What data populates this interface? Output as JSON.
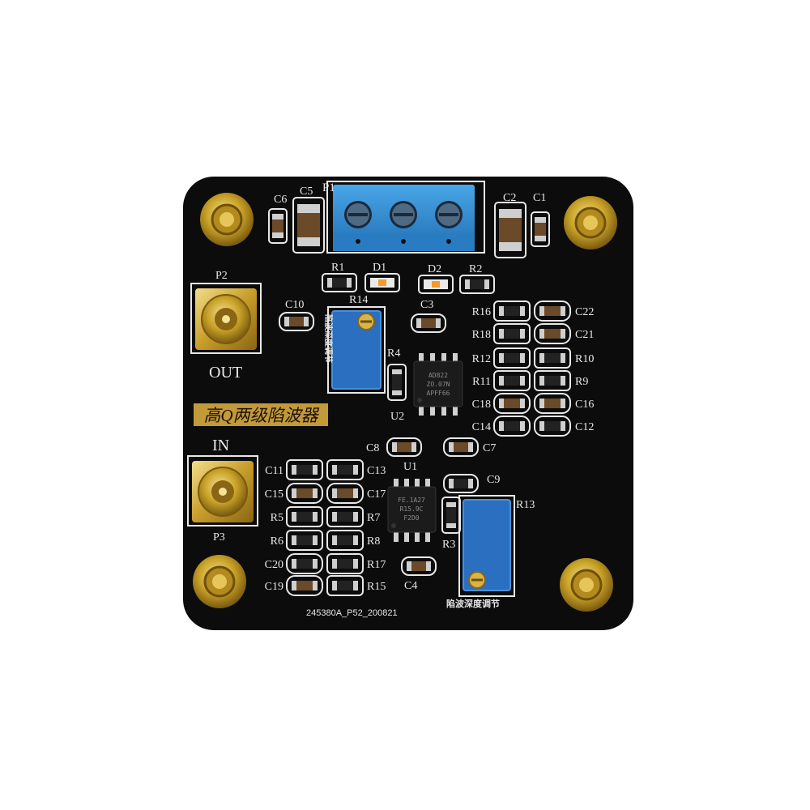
{
  "board": {
    "title_banner": "高Q两级陷波器",
    "version_code": "245380A_P52_200821",
    "depth_label_bottom": "陷波深度调节",
    "depth_label_vertical": "陷波深度调节"
  },
  "connectors": {
    "p1": "P1",
    "p2": "P2",
    "p3": "P3",
    "out": "OUT",
    "in": "IN"
  },
  "ics": {
    "u1": "U1",
    "u2": "U2",
    "u1_marking": [
      "FE.1A27",
      "R15.9C",
      "F2D0"
    ],
    "u2_marking": [
      "AD822",
      "ZO.07N",
      "APFF66"
    ]
  },
  "pots": {
    "r14": "R14",
    "r13": "R13"
  },
  "top_labels": {
    "c6": "C6",
    "c5": "C5",
    "c2": "C2",
    "c1": "C1",
    "r1": "R1",
    "d1": "D1",
    "d2": "D2",
    "r2": "R2",
    "c10": "C10",
    "c3": "C3",
    "r4": "R4",
    "c8": "C8",
    "c7": "C7",
    "c9": "C9",
    "r3": "R3",
    "c4": "C4"
  },
  "right_group": {
    "left_labels": [
      "R16",
      "R18",
      "R12",
      "R11",
      "C18",
      "C14"
    ],
    "right_labels": [
      "C22",
      "C21",
      "R10",
      "R9",
      "C16",
      "C12"
    ]
  },
  "left_group": {
    "left_labels": [
      "C11",
      "C15",
      "R5",
      "R6",
      "C20",
      "C19"
    ],
    "right_labels": [
      "C13",
      "C17",
      "R7",
      "R8",
      "R17",
      "R15"
    ]
  },
  "colors": {
    "pcb": "#0c0c0c",
    "silkscreen": "#e8e8e8",
    "gold": "#c9a227",
    "terminal_blue": "#2f86cc",
    "pot_blue": "#2a6fc0"
  }
}
